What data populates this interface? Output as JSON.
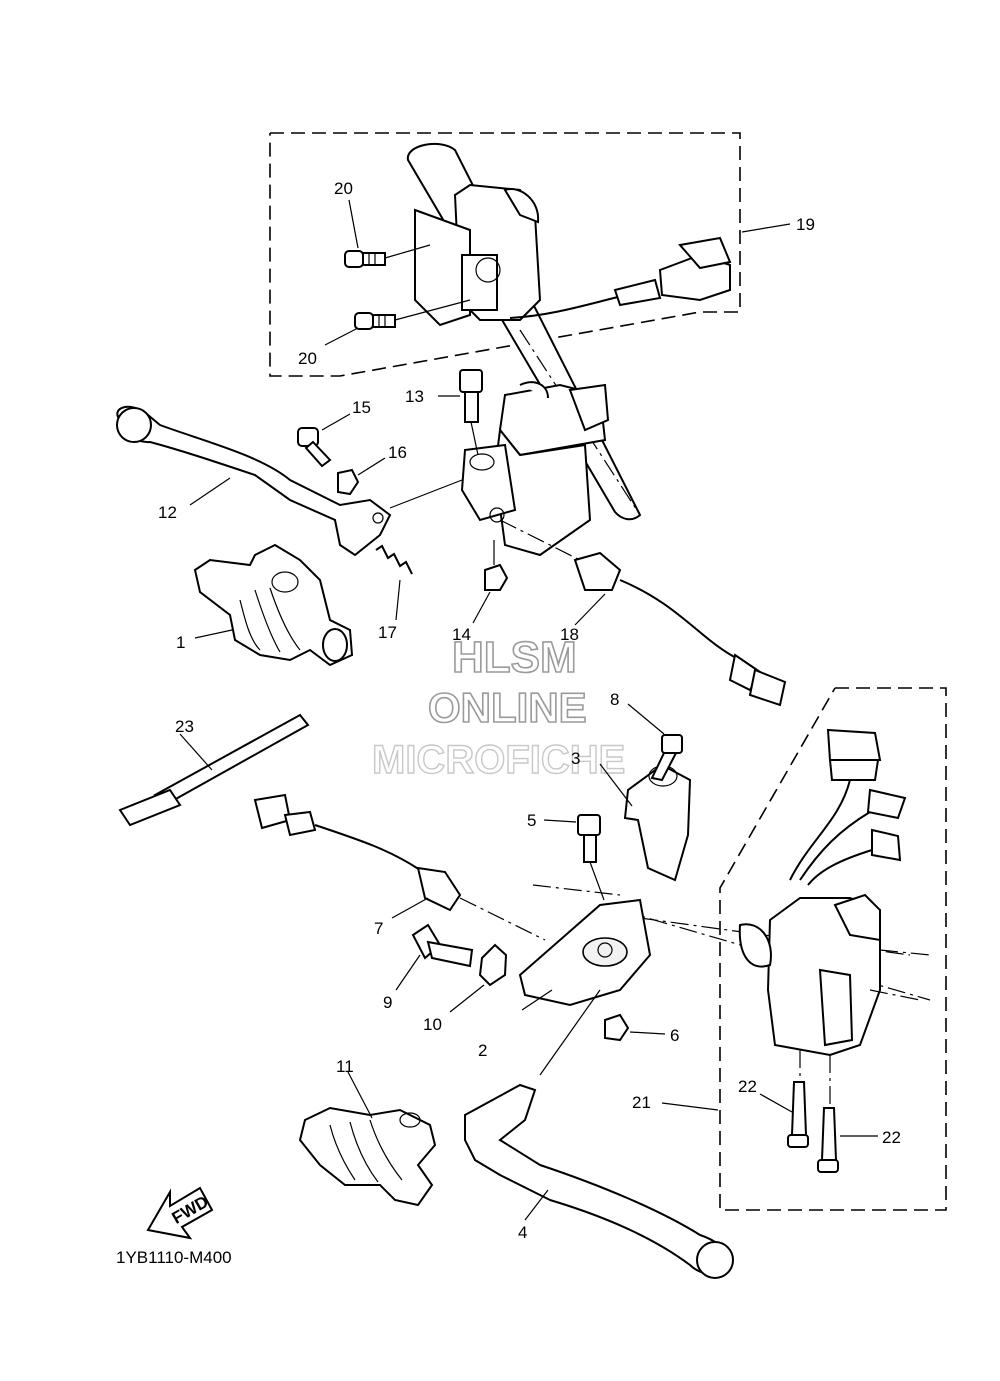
{
  "diagram_code": "1YB1110-M400",
  "watermark": {
    "line1": "HLSM",
    "line2": "ONLINE",
    "line3": "MICROFICHE"
  },
  "fwd_label": "FWD",
  "callouts": {
    "c1": "1",
    "c2": "2",
    "c3": "3",
    "c4": "4",
    "c5": "5",
    "c6": "6",
    "c7": "7",
    "c8": "8",
    "c9": "9",
    "c10": "10",
    "c11": "11",
    "c12": "12",
    "c13": "13",
    "c14": "14",
    "c15": "15",
    "c16": "16",
    "c17": "17",
    "c18": "18",
    "c19": "19",
    "c20a": "20",
    "c20b": "20",
    "c21": "21",
    "c22a": "22",
    "c22b": "22",
    "c23": "23"
  }
}
